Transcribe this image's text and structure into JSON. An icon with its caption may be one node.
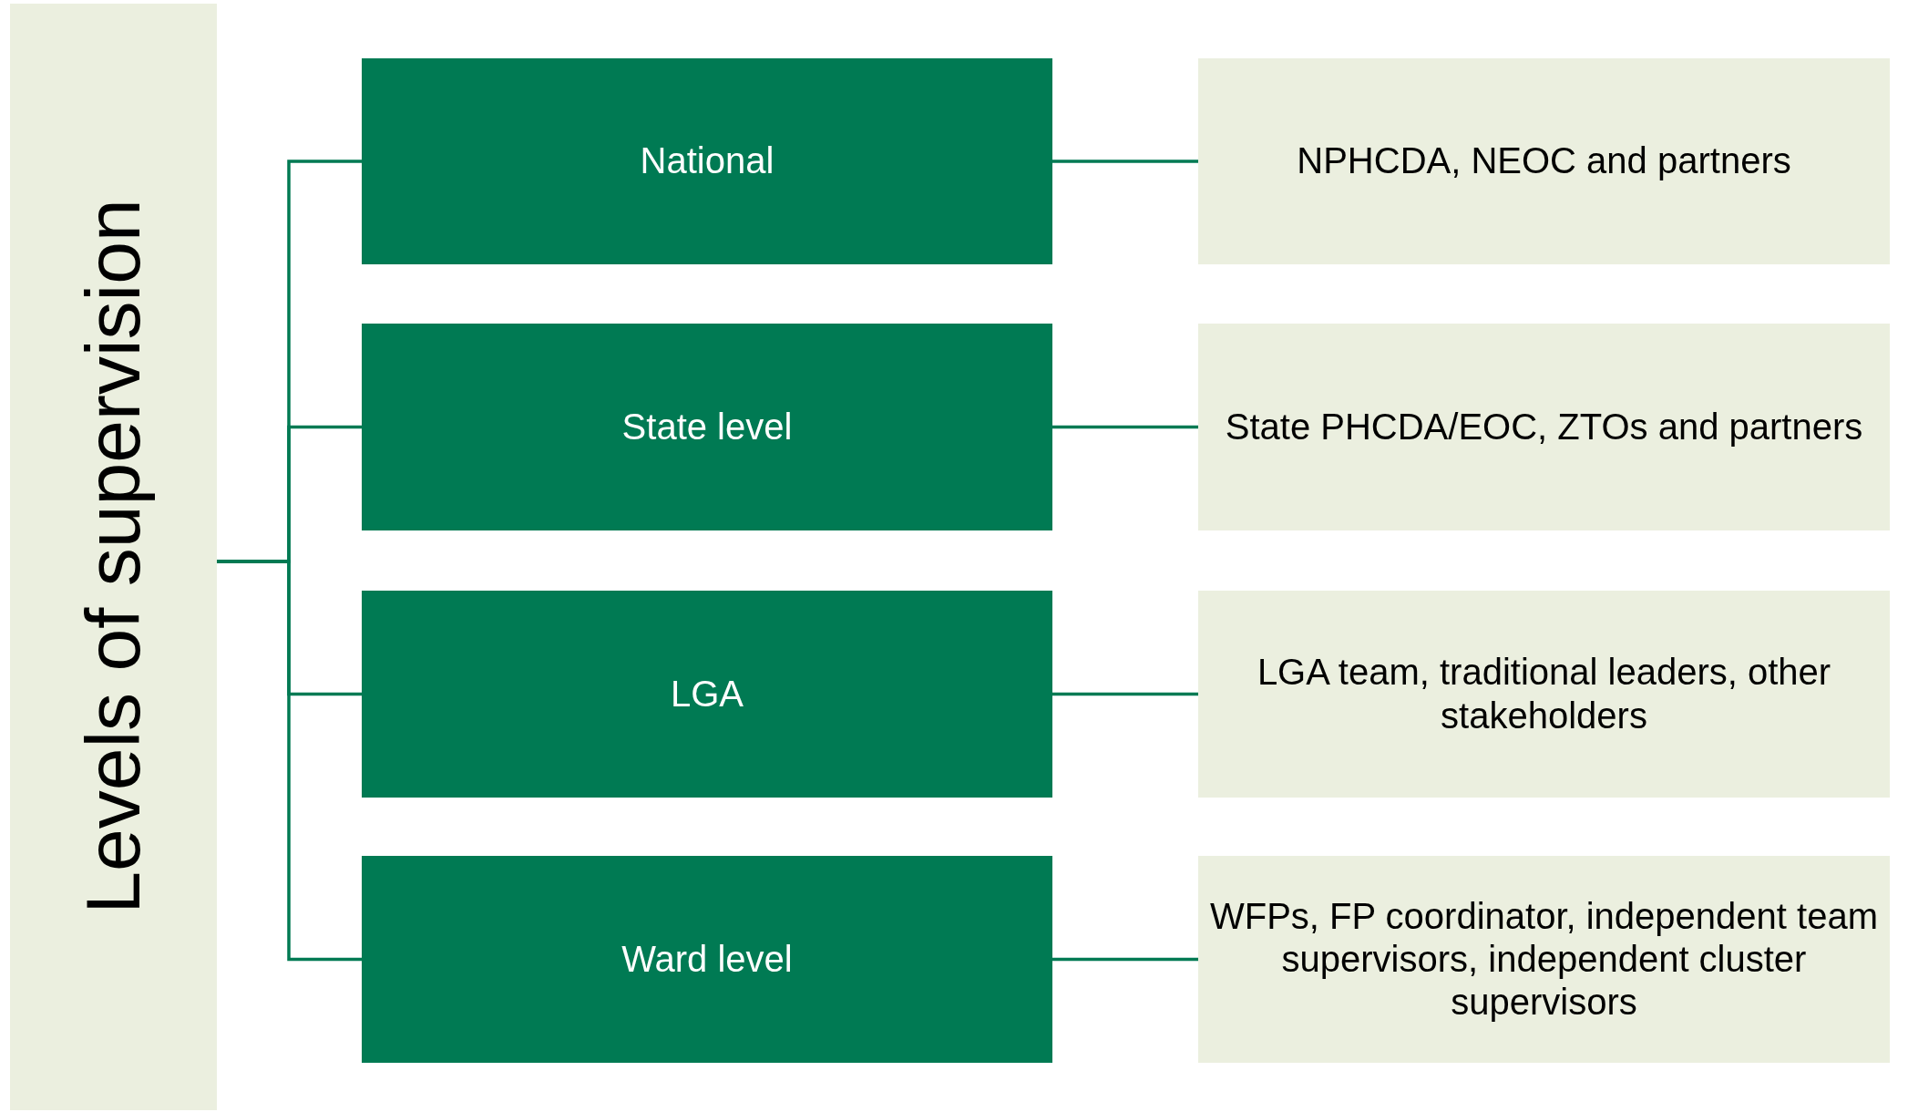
{
  "diagram": {
    "nodes": [
      {
        "text": [
          "Levels of supervision"
        ]
      },
      {
        "text": [
          "National"
        ]
      },
      {
        "text": [
          "State level"
        ]
      },
      {
        "text": [
          "LGA"
        ]
      },
      {
        "text": [
          "Ward level"
        ]
      },
      {
        "text": [
          "NPHCDA, NEOC and partners"
        ]
      },
      {
        "text": [
          "State PHCDA/EOC, ZTOs and partners"
        ]
      },
      {
        "text": [
          "LGA team, traditional leaders, other stakeholders"
        ]
      },
      {
        "text": [
          "WFPs, FP coordinator, independent team supervisors, independent cluster supervisors"
        ]
      }
    ],
    "edges": [
      {
        "from": 0,
        "to": 1,
        "arrow": "none"
      },
      {
        "from": 0,
        "to": 2,
        "arrow": "none"
      },
      {
        "from": 0,
        "to": 3,
        "arrow": "none"
      },
      {
        "from": 0,
        "to": 4,
        "arrow": "none"
      },
      {
        "from": 1,
        "to": 5,
        "arrow": "none"
      },
      {
        "from": 2,
        "to": 6,
        "arrow": "none"
      },
      {
        "from": 3,
        "to": 7,
        "arrow": "none"
      },
      {
        "from": 4,
        "to": 8,
        "arrow": "none"
      }
    ]
  }
}
